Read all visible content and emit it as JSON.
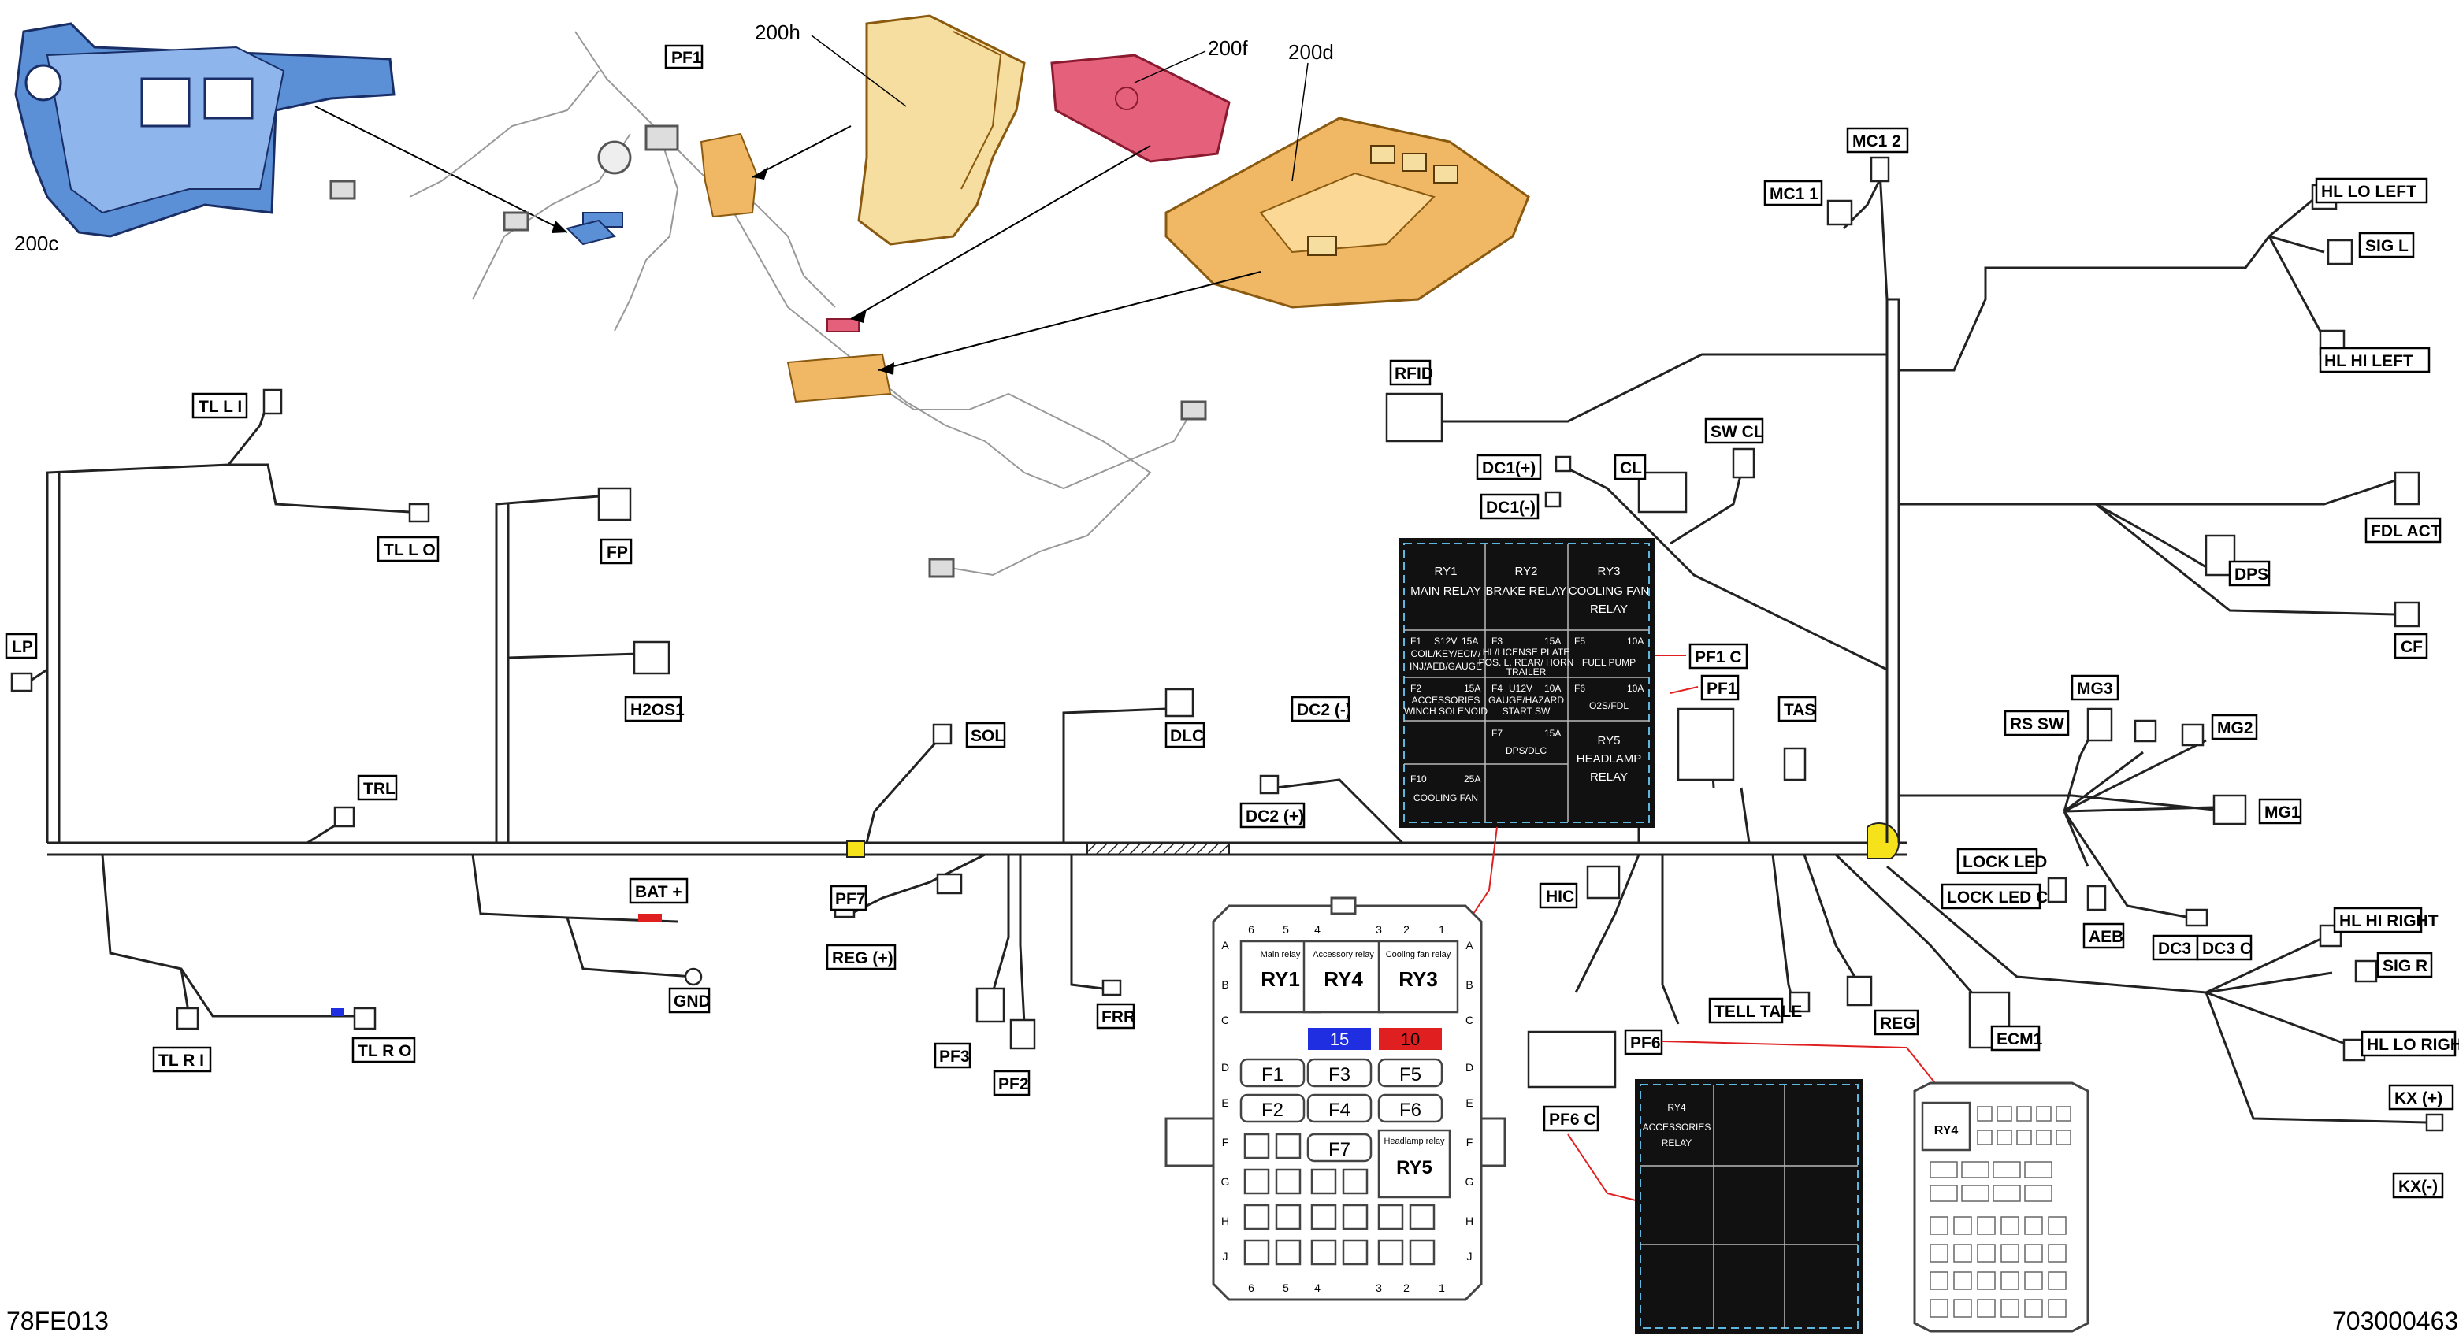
{
  "corner": {
    "left": "78FE013",
    "right": "703000463"
  },
  "parts": {
    "p200c": "200c",
    "p200h": "200h",
    "p200f": "200f",
    "p200d": "200d",
    "pf1": "PF1"
  },
  "labels": {
    "tlli": "TL L I",
    "tllo": "TL L O",
    "lp": "LP",
    "fp": "FP",
    "h2os1": "H2OS1",
    "trl": "TRL",
    "sol": "SOL",
    "dlc": "DLC",
    "bat": "BAT +",
    "gnd": "GND",
    "tlri": "TL R I",
    "tlro": "TL R O",
    "pf7": "PF7",
    "reg_plus": "REG (+)",
    "pf3": "PF3",
    "pf2": "PF2",
    "frr": "FRR",
    "dc2m": "DC2 (-)",
    "dc2p": "DC2 (+)",
    "rfid": "RFID",
    "dc1p": "DC1(+)",
    "dc1m": "DC1(-)",
    "cl": "CL",
    "swcl": "SW CL",
    "mc11": "MC1 1",
    "mc12": "MC1 2",
    "hlloleft": "HL LO LEFT",
    "sigl": "SIG L",
    "hlhileft": "HL HI LEFT",
    "fdlact": "FDL ACT",
    "dps": "DPS",
    "cf": "CF",
    "pf1c": "PF1 C",
    "pf1b": "PF1",
    "tas": "TAS",
    "mg3": "MG3",
    "rssw": "RS SW",
    "mg2": "MG2",
    "mg1": "MG1",
    "lockled": "LOCK LED",
    "lockledc": "LOCK LED C",
    "aeb": "AEB",
    "dc3": "DC3",
    "dc3c": "DC3 C",
    "hlhiright": "HL HI RIGHT",
    "sigr": "SIG R",
    "hlloright": "HL LO RIGHT",
    "kxp": "KX (+)",
    "kxm": "KX(-)",
    "hic": "HIC",
    "telltale": "TELL TALE",
    "reg": "REG",
    "ecm1": "ECM1",
    "pf6": "PF6",
    "pf6c": "PF6 C"
  },
  "fusebox": {
    "ry1": [
      "RY1",
      "MAIN RELAY"
    ],
    "ry2": [
      "RY2",
      "BRAKE RELAY"
    ],
    "ry3": [
      "RY3",
      "COOLING FAN",
      "RELAY"
    ],
    "f1": [
      "F1",
      "S12V",
      "15A",
      "COIL/KEY/ECM/",
      "INJ/AEB/GAUGE"
    ],
    "f3": [
      "F3",
      "15A",
      "HL/LICENSE PLATE",
      "POS. L. REAR/ HORN",
      "TRAILER"
    ],
    "f5": [
      "F5",
      "10A",
      "FUEL PUMP"
    ],
    "f2": [
      "F2",
      "15A",
      "ACCESSORIES",
      "WINCH SOLENOID"
    ],
    "f4": [
      "F4",
      "U12V",
      "10A",
      "GAUGE/HAZARD",
      "START SW"
    ],
    "f6": [
      "F6",
      "10A",
      "O2S/FDL"
    ],
    "f7": [
      "F7",
      "15A",
      "DPS/DLC"
    ],
    "ry5": [
      "RY5",
      "HEADLAMP",
      "RELAY"
    ],
    "f10": [
      "F10",
      "25A",
      "COOLING FAN"
    ]
  },
  "pf6box": {
    "ry4": [
      "RY4",
      "ACCESSORIES",
      "RELAY"
    ]
  },
  "block": {
    "cols_top": [
      "6",
      "5",
      "4",
      "3",
      "2",
      "1"
    ],
    "cols_bot": [
      "6",
      "5",
      "4",
      "3",
      "2",
      "1"
    ],
    "rows": [
      "A",
      "B",
      "C",
      "D",
      "E",
      "F",
      "G",
      "H",
      "J"
    ],
    "ry1": "RY1",
    "ry4": "RY4",
    "ry3": "RY3",
    "ry5": "RY5",
    "ry1_head": "Main relay",
    "ry4_head": "Accessory relay",
    "ry3_head": "Cooling fan relay",
    "ry5_head": "Headlamp relay",
    "n15": "15",
    "n10": "10",
    "f1": "F1",
    "f2": "F2",
    "f3": "F3",
    "f4": "F4",
    "f5": "F5",
    "f6": "F6",
    "f7": "F7",
    "small_ry4": "RY4"
  },
  "colors": {
    "blue_part": "#5b8fd6",
    "orange_part": "#f0b865",
    "pink_part": "#e5607a",
    "yellow_mark": "#f5e21a",
    "fuse_red": "#e02020",
    "fuse_blue": "#1e2ee0"
  }
}
